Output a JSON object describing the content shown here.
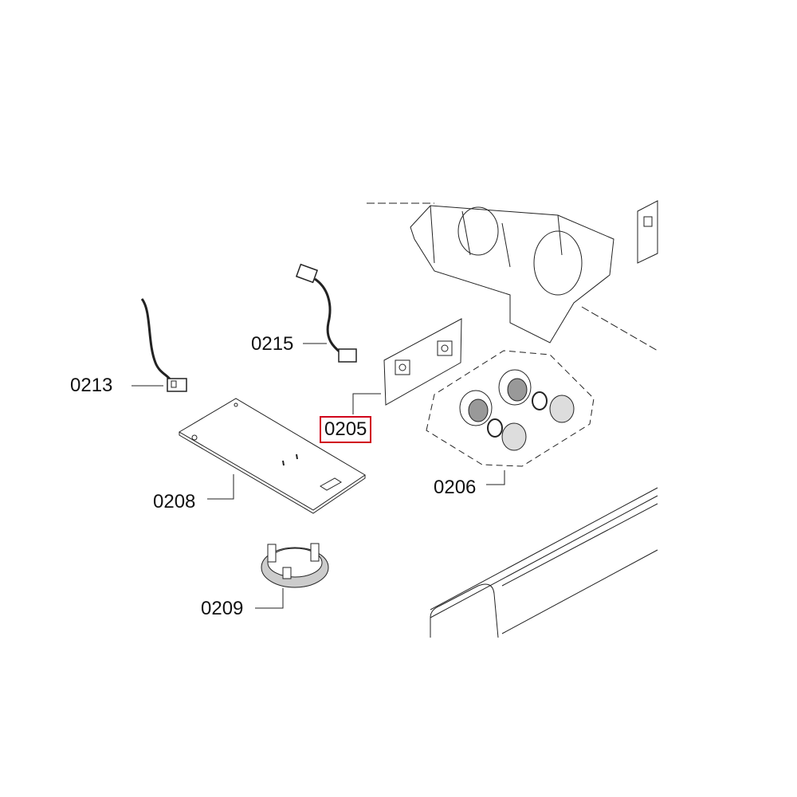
{
  "diagram": {
    "type": "exploded parts diagram",
    "highlight_color": "#d0021b",
    "parts": [
      {
        "id": "0213",
        "label": "0213"
      },
      {
        "id": "0215",
        "label": "0215"
      },
      {
        "id": "0205",
        "label": "0205",
        "highlighted": true
      },
      {
        "id": "0208",
        "label": "0208"
      },
      {
        "id": "0206",
        "label": "0206"
      },
      {
        "id": "0209",
        "label": "0209"
      }
    ]
  }
}
